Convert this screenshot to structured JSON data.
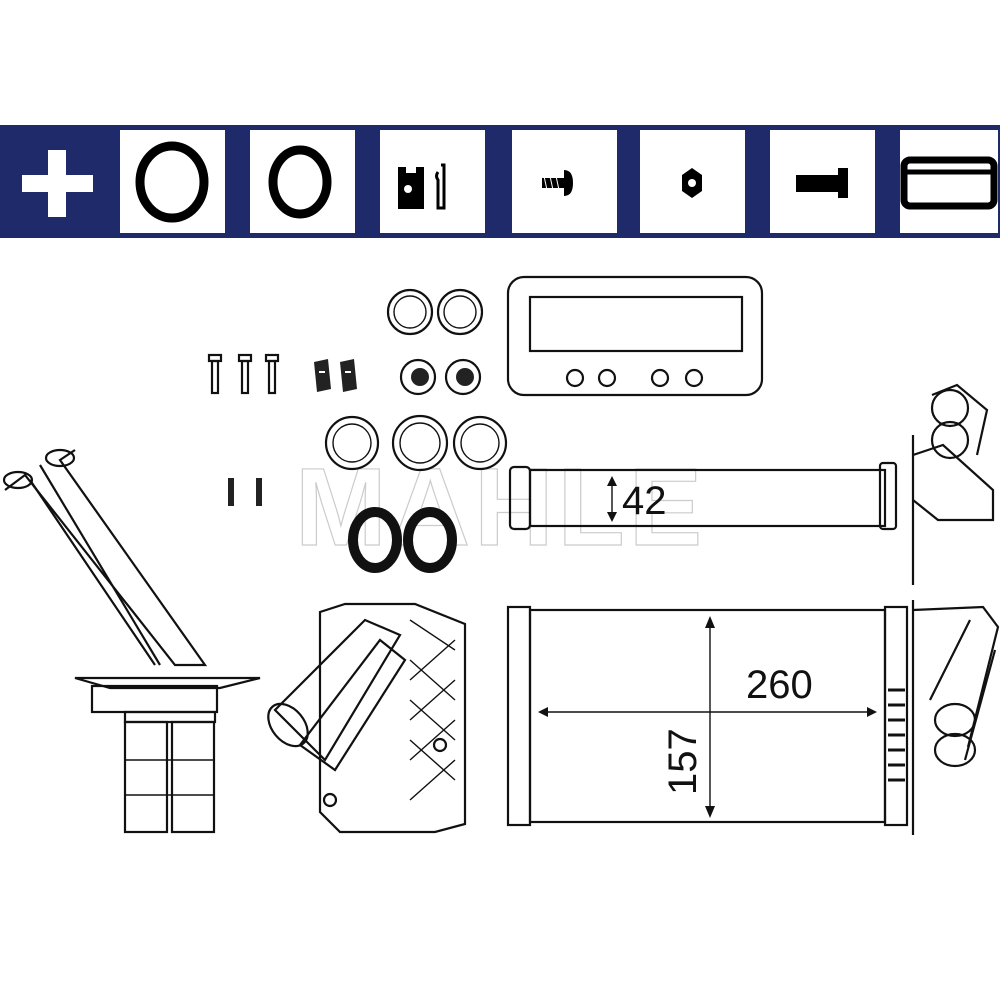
{
  "watermark": "MAHLE",
  "kit_icons": [
    {
      "name": "plus-icon"
    },
    {
      "name": "o-ring-icon"
    },
    {
      "name": "o-ring-icon"
    },
    {
      "name": "clip-icon"
    },
    {
      "name": "screw-icon"
    },
    {
      "name": "nut-icon"
    },
    {
      "name": "bolt-icon"
    },
    {
      "name": "gasket-icon"
    }
  ],
  "dimensions": {
    "tube_depth": "42",
    "core_width": "260",
    "core_height": "157"
  },
  "colors": {
    "bar": "#1e2a6a"
  }
}
